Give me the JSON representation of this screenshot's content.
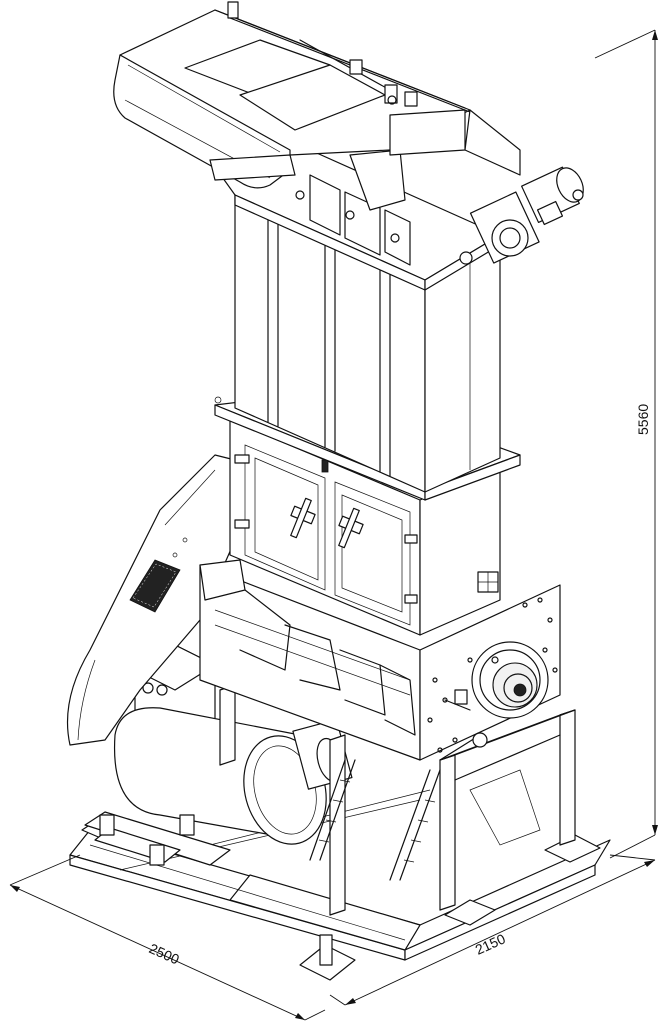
{
  "dimensions": {
    "width": "2500",
    "depth": "2150",
    "height": "5560"
  }
}
